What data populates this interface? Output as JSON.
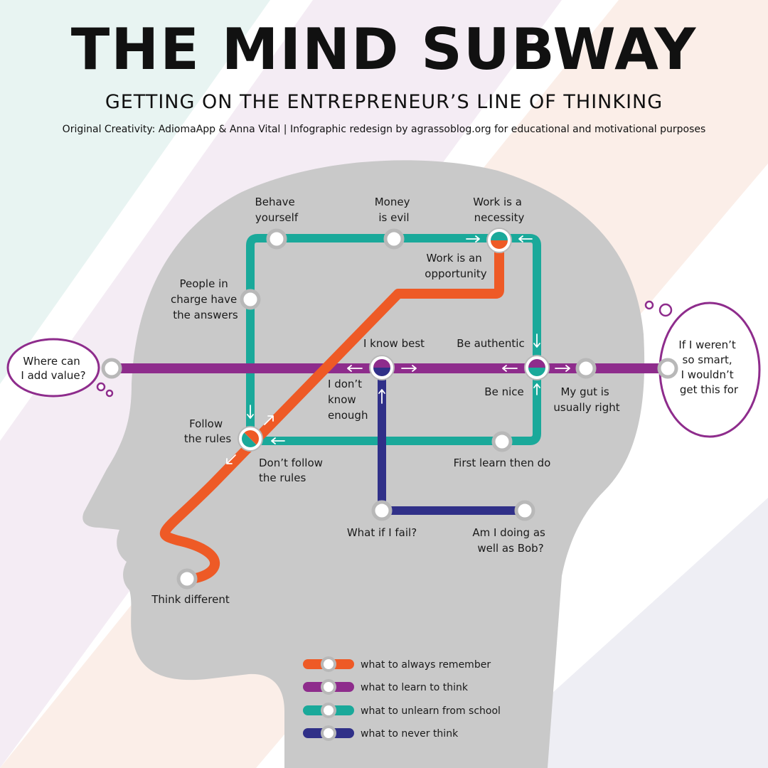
{
  "header": {
    "title": "THE MIND SUBWAY",
    "subtitle": "GETTING ON THE ENTREPRENEUR’S LINE OF THINKING",
    "credit": "Original Creativity: AdiomaApp & Anna Vital | Infographic redesign by agrassoblog.org for educational and motivational purposes"
  },
  "colors": {
    "orange": "#ee5a26",
    "purple": "#8e2c8c",
    "teal": "#1aa99a",
    "navy": "#303088",
    "head": "#c9c9c9",
    "station_ring": "#b8b8b8"
  },
  "stations": {
    "behave_yourself": [
      "Behave",
      "yourself"
    ],
    "money_is_evil": [
      "Money",
      "is evil"
    ],
    "work_necessity": [
      "Work is a",
      "necessity"
    ],
    "work_opportunity": [
      "Work is an",
      "opportunity"
    ],
    "people_in_charge": [
      "People in",
      "charge have",
      "the answers"
    ],
    "i_know_best": "I know best",
    "be_authentic": "Be authentic",
    "i_dont_know": [
      "I don’t",
      "know",
      "enough"
    ],
    "be_nice": "Be nice",
    "my_gut": [
      "My gut is",
      "usually right"
    ],
    "follow_rules": [
      "Follow",
      "the rules"
    ],
    "dont_follow": [
      "Don’t follow",
      "the rules"
    ],
    "first_learn": "First learn then do",
    "what_if_fail": "What if I fail?",
    "bob": [
      "Am I doing as",
      "well as Bob?"
    ],
    "think_different": "Think different"
  },
  "bubbles": {
    "left": [
      "Where can",
      "I add value?"
    ],
    "right": [
      "If I weren’t",
      "so smart,",
      "I wouldn’t",
      "get this for"
    ]
  },
  "legend": [
    {
      "color": "orange",
      "label": "what to always remember"
    },
    {
      "color": "purple",
      "label": "what to learn to think"
    },
    {
      "color": "teal",
      "label": "what to unlearn from school"
    },
    {
      "color": "navy",
      "label": "what to never think"
    }
  ]
}
